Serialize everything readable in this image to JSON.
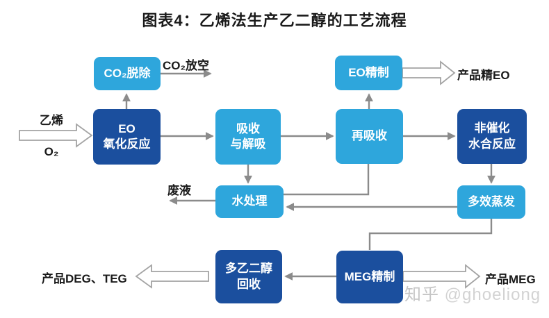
{
  "title": "图表4：乙烯法生产乙二醇的工艺流程",
  "colors": {
    "light_blue": "#2EA6DC",
    "dark_blue": "#1B4F9E",
    "arrow_gray": "#8B8B8B"
  },
  "boxes": {
    "co2_removal": "CO₂脱除",
    "eo_oxidation": "EO\n氧化反应",
    "absorption": "吸收\n与解吸",
    "reabsorption": "再吸收",
    "eo_refining": "EO精制",
    "hydration": "非催化\n水合反应",
    "water_treatment": "水处理",
    "evaporation": "多效蒸发",
    "meg_refining": "MEG精制",
    "peg_recovery": "多乙二醇\n回收"
  },
  "labels": {
    "ethylene": "乙烯",
    "oxygen": "O₂",
    "co2_vent": "CO₂放空",
    "waste": "废液",
    "product_eo": "产品精EO",
    "product_meg": "产品MEG",
    "product_deg_teg": "产品DEG、TEG"
  },
  "watermark": {
    "brand": "知乎",
    "handle": "@ghoeliong"
  }
}
